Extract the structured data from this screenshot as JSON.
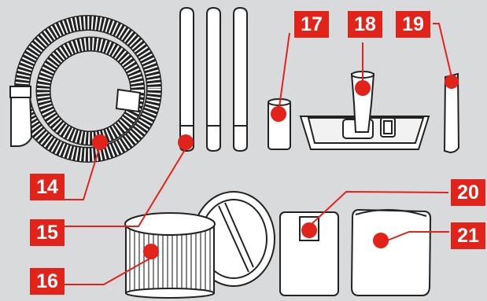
{
  "labels": {
    "l14": "14",
    "l15": "15",
    "l16": "16",
    "l17": "17",
    "l18": "18",
    "l19": "19",
    "l20": "20",
    "l21": "21"
  },
  "colors": {
    "background": "#d9dadb",
    "accent": "#e2231a",
    "outline": "#222222",
    "part_fill": "#ffffff"
  }
}
